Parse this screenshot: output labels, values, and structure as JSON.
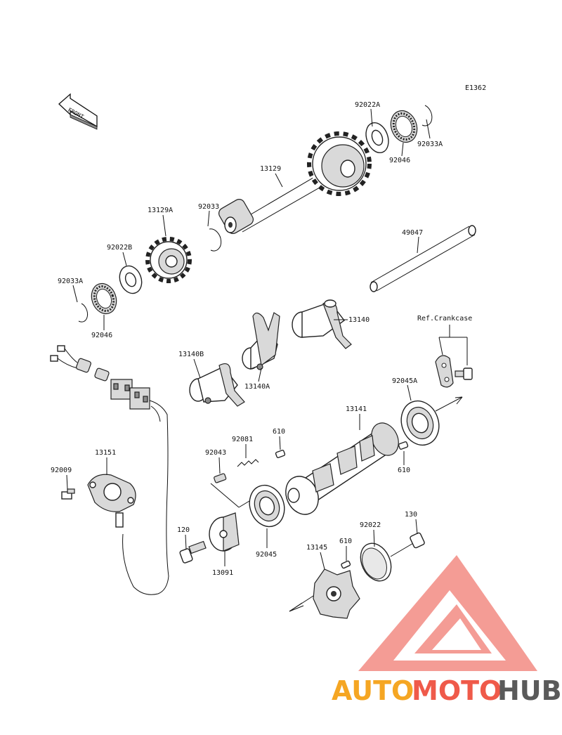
{
  "diagram": {
    "code": "E1362",
    "front_label": "FRONT",
    "reference_note": "Ref.Crankcase"
  },
  "callouts": [
    "92022A",
    "92033A",
    "92046",
    "13129",
    "92033",
    "13129A",
    "92022B",
    "92033A",
    "92046",
    "49047",
    "13140",
    "13140B",
    "13140A",
    "92045A",
    "13141",
    "610",
    "92081",
    "92043",
    "610",
    "13151",
    "92009",
    "120",
    "13091",
    "92045",
    "130",
    "92022",
    "610",
    "13145"
  ],
  "logo": {
    "word_1": "AUTO",
    "word_2": "MOTO",
    "word_3": "HUB",
    "colors": {
      "auto": "#f5a623",
      "moto": "#ef5a4a",
      "hub": "#5a5a5a",
      "triangle": "#f08080"
    }
  }
}
